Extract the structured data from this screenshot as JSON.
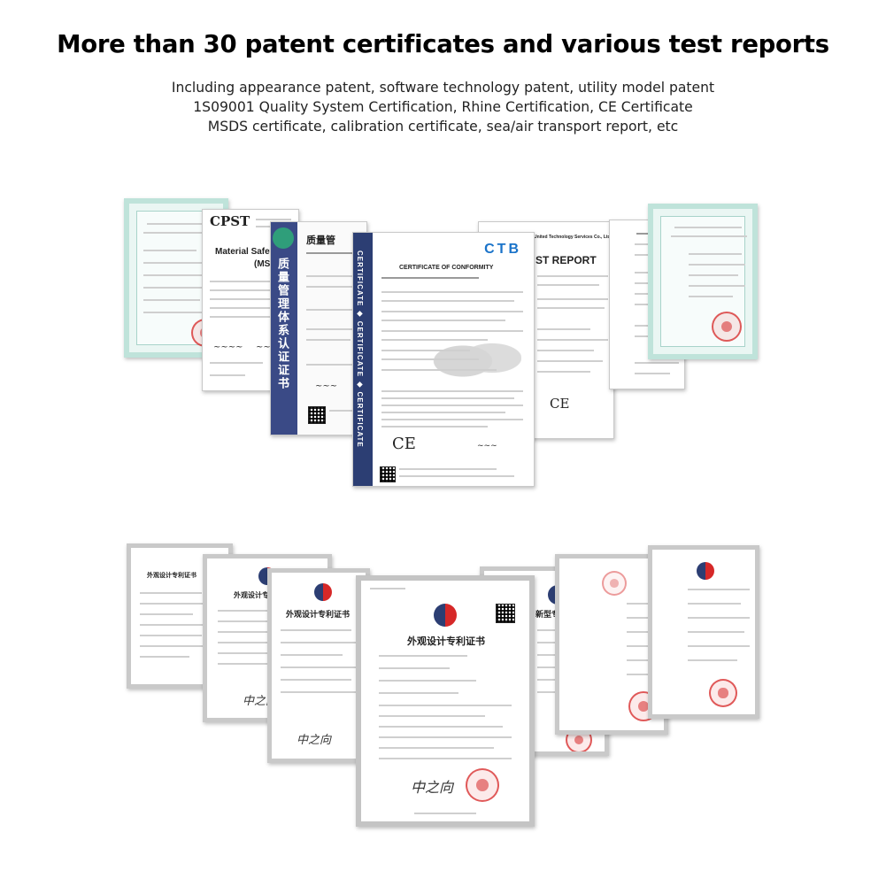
{
  "header": {
    "title": "More than 30 patent certificates and various test reports",
    "line1": "Including appearance patent, software technology patent, utility model patent",
    "line2": "1S09001 Quality System Certification, Rhine Certification, CE Certificate",
    "line3": "MSDS certificate, calibration certificate, sea/air transport report, etc"
  },
  "certs": {
    "cpst_logo": "CPST",
    "cpst_title": "Material Safet",
    "cpst_title2": "(MSI",
    "quality_title": "质量管",
    "quality_vertical": "质量管理体系认证证书",
    "ctb_logo": "CTB",
    "ctb_heading": "CERTIFICATE OF CONFORMITY",
    "ctb_band": "CERTIFICATE ◆ CERTIFICATE ◆ CERTIFICATE",
    "ce_mark": "CE",
    "test_company": "United Technology Services Co., Ltd.",
    "test_title": "ST REPORT",
    "design_patent": "外观设计专利证书",
    "utility_patent": "新型专利证书"
  },
  "colors": {
    "seal_red": "#d62828",
    "band_navy": "#2c3e73",
    "ctb_blue": "#1a73c9",
    "frame_blue": "#bfe3da"
  }
}
